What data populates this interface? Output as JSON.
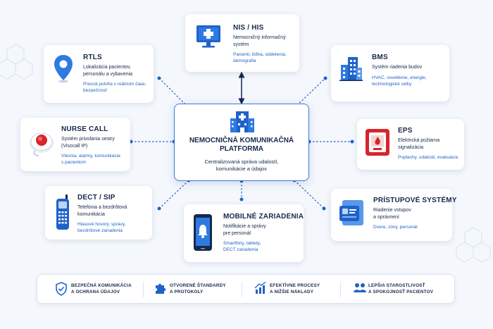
{
  "center": {
    "title_line1": "NEMOCNIČNÁ KOMUNIKAČNÁ",
    "title_line2": "PLATFORMA",
    "subtitle_line1": "Centralizovaná správa udalostí,",
    "subtitle_line2": "komunikácie a údajov"
  },
  "nodes": {
    "nis": {
      "title": "NIS / HIS",
      "desc_line1": "Nemocničný informačný",
      "desc_line2": "systém",
      "detail_line1": "Pacienti, lôžka, oddelenia,",
      "detail_line2": "demografia",
      "icon": "monitor-medical-cross-icon"
    },
    "rtls": {
      "title": "RTLS",
      "desc_line1": "Lokalizácia pacientov,",
      "desc_line2": "personálu a vybavenia",
      "detail_line1": "Presná poloha v reálnom čase,",
      "detail_line2": "bezpečnosť",
      "icon": "location-pin-icon"
    },
    "bms": {
      "title": "BMS",
      "desc_line1": "Systém riadenia budov",
      "detail_line1": "HVAC, osvetlenie, energie,",
      "detail_line2": "technologické celky",
      "icon": "buildings-icon"
    },
    "nurse": {
      "title": "NURSE CALL",
      "desc_line1": "Systém privolania sestry",
      "desc_line2": "(Visocall IP)",
      "detail_line1": "Vlesnia, alarmy, komunikácia",
      "detail_line2": "s pacientom",
      "icon": "call-button-icon"
    },
    "eps": {
      "title": "EPS",
      "desc_line1": "Elektrická požiarna",
      "desc_line2": "signalizácia",
      "detail_line1": "Poplachy, udalosti, evakuácia",
      "icon": "fire-alarm-icon"
    },
    "dect": {
      "title": "DECT / SIP",
      "desc_line1": "Telefónia a bezdrôtová",
      "desc_line2": "komunikácia",
      "detail_line1": "Hlasové hovory, správy,",
      "detail_line2": "bezdrôtové zariadenia",
      "icon": "cordless-phone-icon"
    },
    "mobile": {
      "title": "MOBILNÉ ZARIADENIA",
      "desc_line1": "Notifikácie a správy",
      "desc_line2": "pre personál",
      "detail_line1": "Smartfóny, tablety,",
      "detail_line2": "DECT zariadenia",
      "icon": "smartphone-bell-icon"
    },
    "access": {
      "title": "PRÍSTUPOVÉ SYSTÉMY",
      "desc_line1": "Riadenie vstupov",
      "desc_line2": "a oprávnení",
      "detail_line1": "Dvere, zóny, personál",
      "icon": "access-card-icon"
    }
  },
  "benefits": [
    {
      "line1": "BEZPEČNÁ KOMUNIKÁCIA",
      "line2": "A OCHRANA ÚDAJOV",
      "icon": "shield-check-icon"
    },
    {
      "line1": "OTVORENÉ ŠTANDARDY",
      "line2": "A PROTOKOLY",
      "icon": "puzzle-icon"
    },
    {
      "line1": "EFEKTÍVNE PROCESY",
      "line2": "A NIŽŠIE NÁKLADY",
      "icon": "chart-growth-icon"
    },
    {
      "line1": "LEPŠIA STAROSTLIVOSŤ",
      "line2": "A SPOKOJNOSŤ PACIENTOV",
      "icon": "people-care-icon"
    }
  ],
  "colors": {
    "accent": "#1f63c9",
    "navy": "#15294b",
    "red": "#d8242c",
    "background": "#f4f7fc"
  }
}
